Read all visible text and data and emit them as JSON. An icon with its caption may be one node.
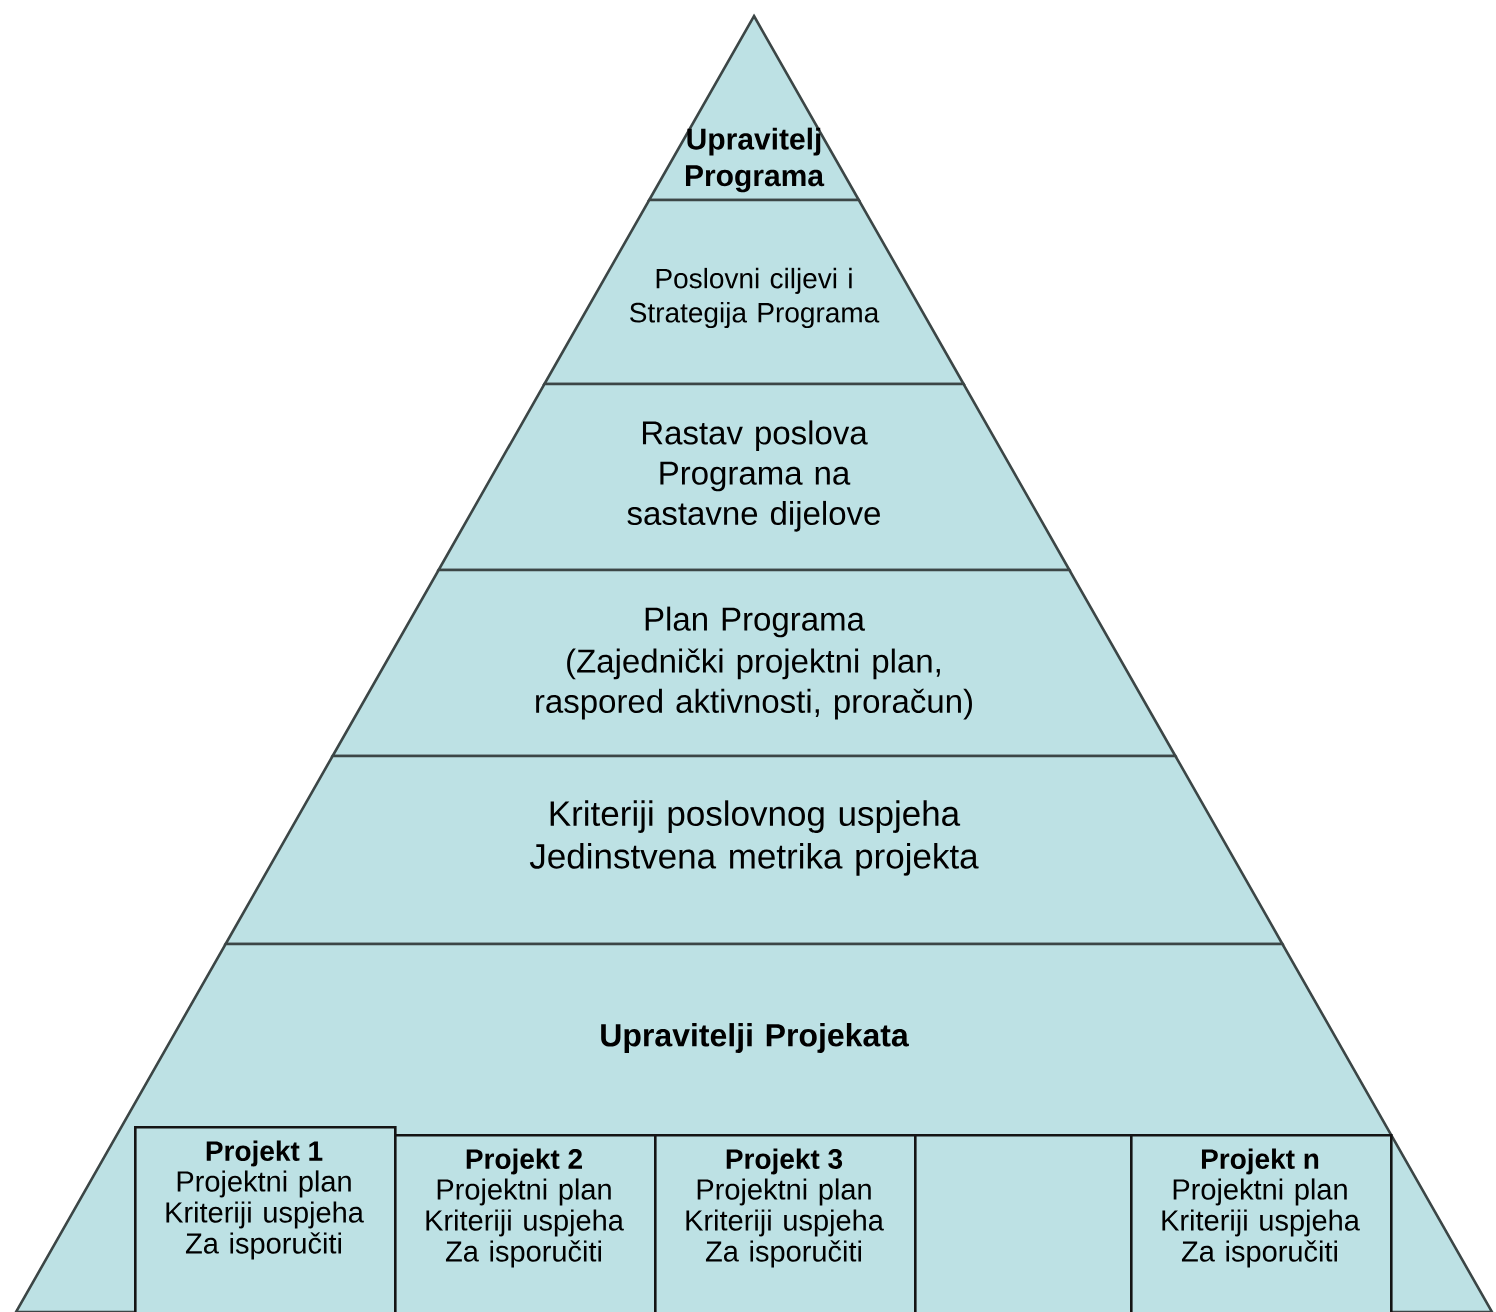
{
  "diagram": {
    "nodes": [
      {
        "text": [
          "Upravitelj Programa"
        ]
      },
      {
        "text": [
          "Poslovni ciljevi i Strategija Programa"
        ]
      },
      {
        "text": [
          "Rastav poslova Programa na sastavne dijelove"
        ]
      },
      {
        "text": [
          "Plan Programa",
          "(Zajednički projektni plan, raspored aktivnosti, proračun)"
        ]
      },
      {
        "text": [
          "Kriteriji poslovnog uspjeha Jedinstvena metrika projekta"
        ]
      },
      {
        "text": [
          "Upravitelji Projekata"
        ]
      },
      {
        "text": [
          "Projekt 1",
          "Projektni plan Kriteriji uspjeha Za isporučiti"
        ],
        "in": 5
      },
      {
        "text": [
          "Projekt 2",
          "Projektni plan Kriteriji uspjeha Za isporučiti"
        ],
        "in": 5
      },
      {
        "text": [
          "Projekt 3",
          "Projektni plan Kriteriji uspjeha Za isporučiti"
        ],
        "in": 5
      },
      {
        "text": [],
        "shape": "box",
        "in": 5
      },
      {
        "text": [
          "Projekt n",
          "Projektni plan Kriteriji uspjeha Za isporučiti"
        ],
        "in": 5
      }
    ]
  }
}
